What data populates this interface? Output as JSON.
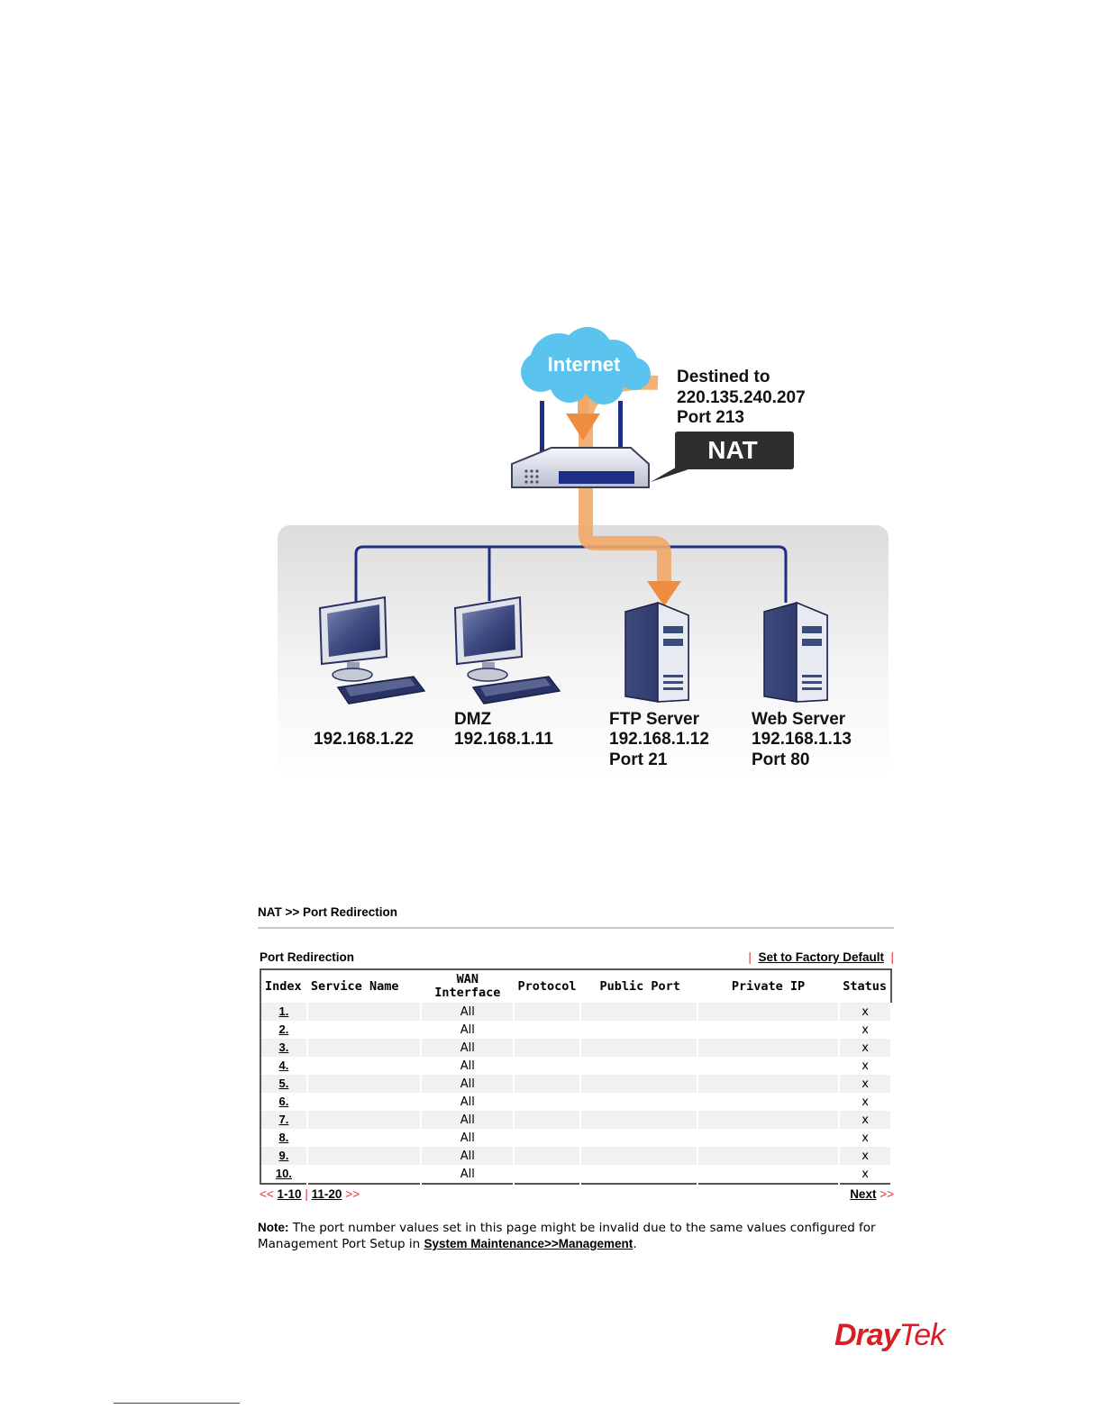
{
  "diagram": {
    "cloud_label": "Internet",
    "destination_lines": [
      "Destined to",
      "220.135.240.207",
      "Port 213"
    ],
    "nat_label": "NAT",
    "hosts": [
      {
        "lines": [
          "",
          "192.168.1.22",
          ""
        ],
        "kind": "pc"
      },
      {
        "lines": [
          "DMZ",
          "192.168.1.11",
          ""
        ],
        "kind": "pc"
      },
      {
        "lines": [
          "FTP Server",
          "192.168.1.12",
          "Port 21"
        ],
        "kind": "server"
      },
      {
        "lines": [
          "Web Server",
          "192.168.1.13",
          "Port 80"
        ],
        "kind": "server"
      }
    ],
    "colors": {
      "arrow": "#f0a868",
      "cable": "#1c2f84",
      "cloud": "#5bc4ee",
      "nat_box": "#2e2e2e"
    }
  },
  "breadcrumb": "NAT >> Port Redirection",
  "section_title": "Port Redirection",
  "factory_link": "Set to Factory Default",
  "separator": "|",
  "columns": {
    "index": "Index",
    "service_name": "Service Name",
    "wan_interface_1": "WAN",
    "wan_interface_2": "Interface",
    "protocol": "Protocol",
    "public_port": "Public Port",
    "private_ip": "Private IP",
    "status": "Status"
  },
  "rows": [
    {
      "index": "1.",
      "service_name": "",
      "wan": "All",
      "protocol": "",
      "public_port": "",
      "private_ip": "",
      "status": "x"
    },
    {
      "index": "2.",
      "service_name": "",
      "wan": "All",
      "protocol": "",
      "public_port": "",
      "private_ip": "",
      "status": "x"
    },
    {
      "index": "3.",
      "service_name": "",
      "wan": "All",
      "protocol": "",
      "public_port": "",
      "private_ip": "",
      "status": "x"
    },
    {
      "index": "4.",
      "service_name": "",
      "wan": "All",
      "protocol": "",
      "public_port": "",
      "private_ip": "",
      "status": "x"
    },
    {
      "index": "5.",
      "service_name": "",
      "wan": "All",
      "protocol": "",
      "public_port": "",
      "private_ip": "",
      "status": "x"
    },
    {
      "index": "6.",
      "service_name": "",
      "wan": "All",
      "protocol": "",
      "public_port": "",
      "private_ip": "",
      "status": "x"
    },
    {
      "index": "7.",
      "service_name": "",
      "wan": "All",
      "protocol": "",
      "public_port": "",
      "private_ip": "",
      "status": "x"
    },
    {
      "index": "8.",
      "service_name": "",
      "wan": "All",
      "protocol": "",
      "public_port": "",
      "private_ip": "",
      "status": "x"
    },
    {
      "index": "9.",
      "service_name": "",
      "wan": "All",
      "protocol": "",
      "public_port": "",
      "private_ip": "",
      "status": "x"
    },
    {
      "index": "10.",
      "service_name": "",
      "wan": "All",
      "protocol": "",
      "public_port": "",
      "private_ip": "",
      "status": "x"
    }
  ],
  "pager": {
    "prev": "<<",
    "page1": "1-10",
    "page2": "11-20",
    "next_arrows": ">>",
    "next_label": "Next"
  },
  "note": {
    "label": "Note:",
    "text": " The port number values set in this page might be invalid due to the same values configured for Management Port Setup in ",
    "link": "System Maintenance>>Management",
    "end": "."
  },
  "logo": {
    "part1": "Dray",
    "part2": "Tek"
  }
}
